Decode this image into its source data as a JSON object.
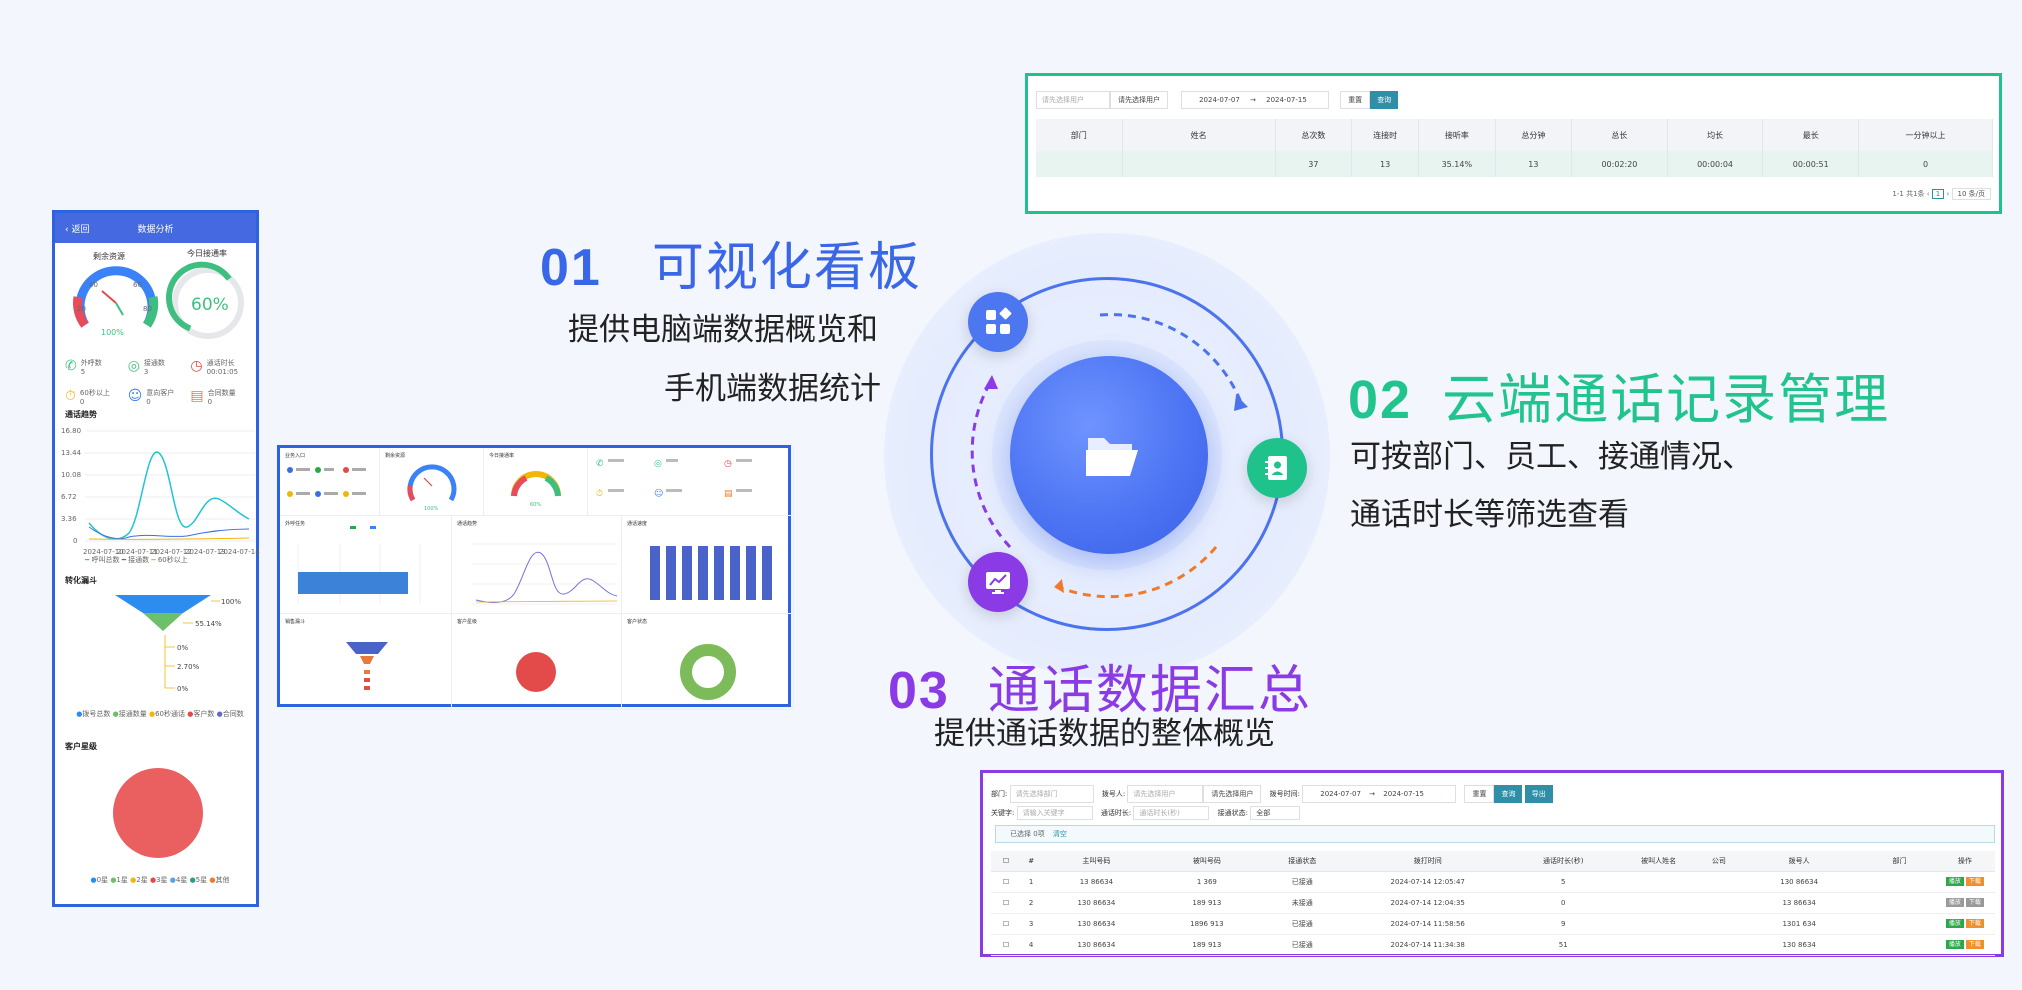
{
  "features": [
    {
      "num": "01",
      "title": "可视化看板",
      "desc": [
        "提供电脑端数据概览和",
        "手机端数据统计"
      ]
    },
    {
      "num": "02",
      "title": "云端通话记录管理",
      "desc": [
        "可按部门、员工、接通情况、",
        "通话时长等筛选查看"
      ]
    },
    {
      "num": "03",
      "title": "通话数据汇总",
      "desc": [
        "提供通话数据的整体概览"
      ]
    }
  ],
  "icons": {
    "center": "folder-icon",
    "node1": "apps-icon",
    "node2": "contact-book-icon",
    "node3": "monitor-chart-icon"
  },
  "colors": {
    "blue": "#3a67e8",
    "green": "#22c48d",
    "purple": "#8a3be6"
  },
  "phone": {
    "back": "返回",
    "title": "数据分析",
    "gauge1_label": "剩余资源",
    "gauge1_ticks": [
      "0",
      "20",
      "40",
      "60",
      "80",
      "100"
    ],
    "gauge1_value": "100%",
    "gauge2_label": "今日接通率",
    "gauge2_value": "60%",
    "stats": [
      {
        "label": "外呼数",
        "value": "5"
      },
      {
        "label": "接通数",
        "value": "3"
      },
      {
        "label": "通话时长",
        "value": "00:01:05"
      },
      {
        "label": "60秒以上",
        "value": "0"
      },
      {
        "label": "意向客户",
        "value": "0"
      },
      {
        "label": "合同数量",
        "value": "0"
      }
    ],
    "trend_title": "通话趋势",
    "trend_yticks": [
      "16.80",
      "13.44",
      "10.08",
      "6.72",
      "3.36",
      "0"
    ],
    "trend_xticks": [
      "2024-07-10",
      "2024-07-11",
      "2024-07-12",
      "2024-07-13",
      "2024-07-14"
    ],
    "trend_legend": [
      "呼叫总数",
      "接通数",
      "60秒以上"
    ],
    "funnel_title": "转化漏斗",
    "funnel_values": [
      "100%",
      "55.14%",
      "0%",
      "2.70%",
      "0%"
    ],
    "funnel_legend": [
      "拨号总数",
      "接通数量",
      "60秒通话",
      "客户数",
      "合同数"
    ],
    "grade_title": "客户星级",
    "grade_legend": [
      "0星",
      "1星",
      "2星",
      "3星",
      "4星",
      "5星",
      "其他"
    ]
  },
  "top_panel": {
    "user_placeholder": "请先选择用户",
    "user_button": "请先选择用户",
    "date_from": "2024-07-07",
    "date_sep": "→",
    "date_to": "2024-07-15",
    "reset": "重置",
    "search": "查询",
    "headers": [
      "部门",
      "姓名",
      "总次数",
      "连接时",
      "接听率",
      "总分钟",
      "总长",
      "均长",
      "最长",
      "一分钟以上"
    ],
    "row": [
      "",
      "",
      "37",
      "13",
      "35.14%",
      "13",
      "00:02:20",
      "00:00:04",
      "00:00:51",
      "0"
    ],
    "pager_total": "1-1 共1条",
    "pager_page": "1",
    "pager_size": "10 条/页"
  },
  "bottom_panel": {
    "dept_label": "部门:",
    "dept_placeholder": "请先选择部门",
    "caller_label": "拨号人:",
    "caller_placeholder": "请先选择用户",
    "caller_button": "请先选择用户",
    "time_label": "拨号时间:",
    "date_from": "2024-07-07",
    "date_to": "2024-07-15",
    "reset": "重置",
    "search": "查询",
    "export": "导出",
    "keyword_label": "关键字:",
    "keyword_placeholder": "请输入关键字",
    "duration_label": "通话时长:",
    "duration_placeholder": "通话时长(秒)",
    "status_label": "接通状态:",
    "status_value": "全部",
    "selected": "已选择 0项",
    "clear": "清空",
    "headers": [
      "#",
      "主叫号码",
      "被叫号码",
      "接通状态",
      "拨打时间",
      "通话时长(秒)",
      "被叫人姓名",
      "公司",
      "拨号人",
      "部门",
      "操作"
    ],
    "rows": [
      {
        "n": "1",
        "caller": "13 86634",
        "callee": "1 369",
        "status": "已接通",
        "time": "2024-07-14 12:05:47",
        "dur": "5",
        "agent": "130 86634",
        "dept": "",
        "ok": true
      },
      {
        "n": "2",
        "caller": "130 86634",
        "callee": "189 913",
        "status": "未接通",
        "time": "2024-07-14 12:04:35",
        "dur": "0",
        "agent": "13 86634",
        "dept": "",
        "ok": false
      },
      {
        "n": "3",
        "caller": "130 86634",
        "callee": "1896 913",
        "status": "已接通",
        "time": "2024-07-14 11:58:56",
        "dur": "9",
        "agent": "1301 634",
        "dept": "",
        "ok": true
      },
      {
        "n": "4",
        "caller": "130 86634",
        "callee": "189 913",
        "status": "已接通",
        "time": "2024-07-14 11:34:38",
        "dur": "51",
        "agent": "130 8634",
        "dept": "",
        "ok": true
      }
    ],
    "op_edit": "播放",
    "op_dl": "下载"
  },
  "dash": {
    "cells": [
      "业务入口",
      "剩余资源",
      "今日接通率",
      "外呼任务",
      "通话趋势",
      "通话速度",
      "销售漏斗",
      "客户星级",
      "客户状态"
    ],
    "gauge1_value": "100%",
    "gauge2_value": "60%"
  }
}
